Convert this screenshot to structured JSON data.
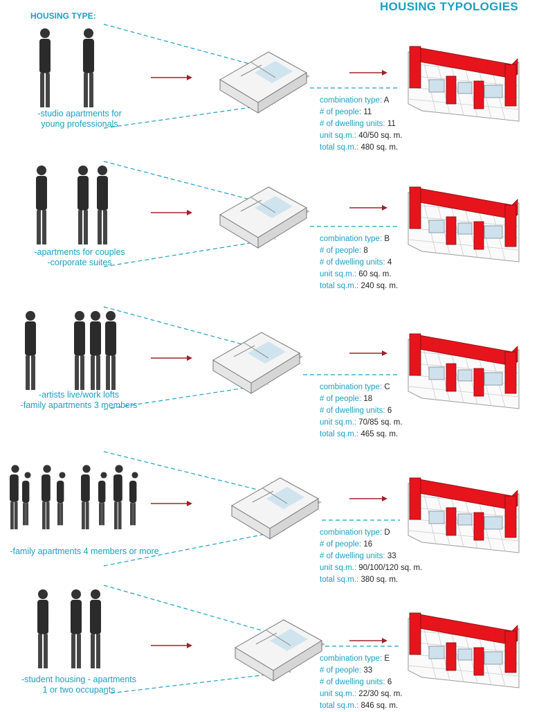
{
  "header": {
    "title": "HOUSING TYPOLOGIES",
    "housing_type_label": "HOUSING TYPE:"
  },
  "colors": {
    "accent": "#1a9fc0",
    "red_blocks": "#e8141c",
    "arrow": "#a3202a",
    "light_blocks": "#cfe1ec"
  },
  "rows": [
    {
      "caption": [
        "-studio apartments for",
        "young professionals"
      ],
      "specs": [
        {
          "label": "combination type:",
          "value": "A"
        },
        {
          "label": "# of people:",
          "value": "11"
        },
        {
          "label": "# of dwelling units:",
          "value": "11"
        },
        {
          "label": "unit sq.m.:",
          "value": "40/50 sq. m."
        },
        {
          "label": "total sq.m.:",
          "value": "480 sq. m."
        }
      ]
    },
    {
      "caption": [
        "-apartments for couples",
        "-corporate suites"
      ],
      "specs": [
        {
          "label": "combination type:",
          "value": "B"
        },
        {
          "label": "# of people:",
          "value": "8"
        },
        {
          "label": "# of dwelling units:",
          "value": "4"
        },
        {
          "label": "unit sq.m.:",
          "value": "60 sq. m."
        },
        {
          "label": "total sq.m.:",
          "value": "240 sq. m."
        }
      ]
    },
    {
      "caption": [
        "-artists live/work lofts",
        "-family apartments 3 members"
      ],
      "specs": [
        {
          "label": "combination type:",
          "value": "C"
        },
        {
          "label": "# of people:",
          "value": "18"
        },
        {
          "label": "# of dwelling units:",
          "value": "6"
        },
        {
          "label": "unit sq.m.:",
          "value": "70/85 sq. m."
        },
        {
          "label": "total sq.m.:",
          "value": "465 sq. m."
        }
      ]
    },
    {
      "caption": [
        "-family apartments 4 members or more"
      ],
      "specs": [
        {
          "label": "combination type:",
          "value": "D"
        },
        {
          "label": "# of people:",
          "value": "16"
        },
        {
          "label": "# of dwelling units:",
          "value": "33"
        },
        {
          "label": "unit sq.m.:",
          "value": "90/100/120 sq. m."
        },
        {
          "label": "total sq.m.:",
          "value": "380 sq. m."
        }
      ]
    },
    {
      "caption": [
        "-student housing - apartments",
        "1 or two occupants"
      ],
      "specs": [
        {
          "label": "combination type:",
          "value": "E"
        },
        {
          "label": "# of people:",
          "value": "33"
        },
        {
          "label": "# of dwelling units:",
          "value": "6"
        },
        {
          "label": "unit sq.m.:",
          "value": "22/30 sq. m."
        },
        {
          "label": "total sq.m.:",
          "value": "846 sq. m."
        }
      ]
    }
  ]
}
